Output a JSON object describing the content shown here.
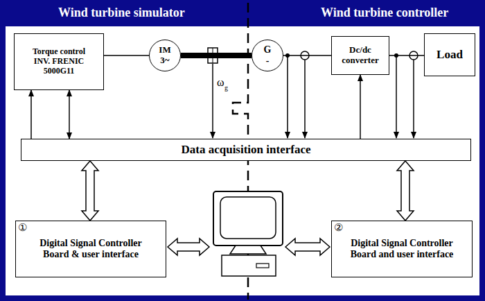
{
  "diagram": {
    "nodes": [
      {
        "text": [
          "Torque control INV. FRENIC 5000G11"
        ]
      },
      {
        "text": [
          "IM 3~"
        ]
      },
      {
        "text": [
          "G -"
        ]
      },
      {
        "text": [
          "Dc/dc converter"
        ]
      },
      {
        "text": [
          "Load"
        ]
      },
      {
        "text": [
          "Data acquisition interface"
        ]
      },
      {
        "text": [
          "①",
          "Digital Signal Controller Board & user interface"
        ]
      },
      {
        "text": [
          "②",
          "Digital Signal Controller Board and user interface"
        ]
      }
    ],
    "edges": [
      {
        "from": 5,
        "to": 0,
        "arrow": "to"
      },
      {
        "from": 0,
        "to": 5,
        "arrow": "both"
      },
      {
        "from": 0,
        "to": 1,
        "arrow": "none"
      },
      {
        "from": 1,
        "to": 2,
        "arrow": "none"
      },
      {
        "from": 2,
        "to": 3,
        "arrow": "none"
      },
      {
        "from": 5,
        "to": 3,
        "arrow": "to"
      },
      {
        "from": 3,
        "to": 4,
        "arrow": "none"
      },
      {
        "from": 5,
        "to": 6,
        "arrow": "both"
      },
      {
        "from": 5,
        "to": 7,
        "arrow": "both"
      }
    ],
    "labels": [
      "Wind turbine simulator",
      "Wind turbine controller",
      "ω",
      "g"
    ]
  }
}
